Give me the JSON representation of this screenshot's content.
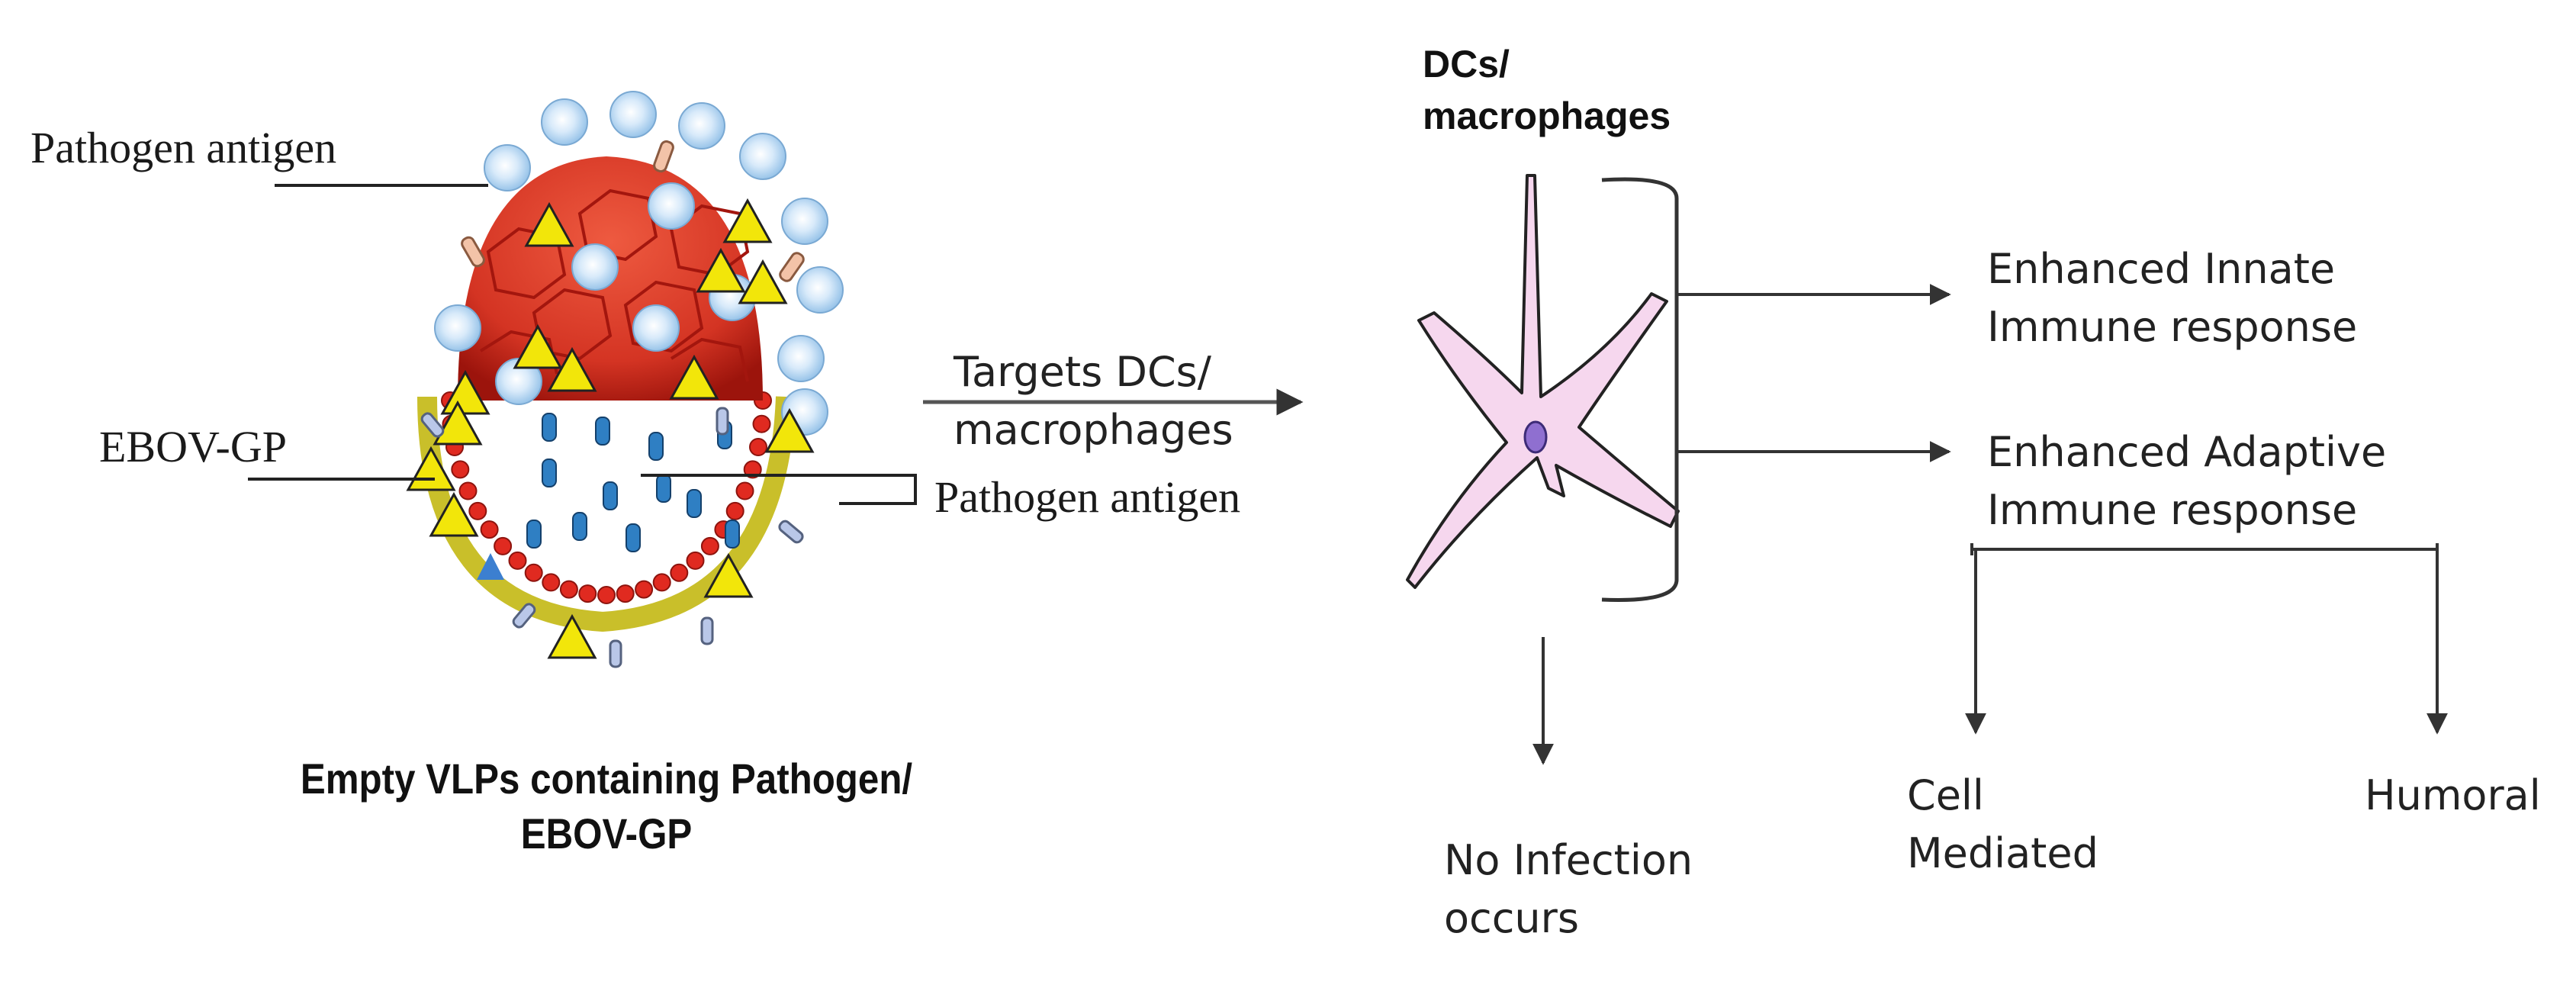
{
  "vlp": {
    "label_pathogen_antigen_top": "Pathogen antigen",
    "label_ebov_gp": "EBOV-GP",
    "label_pathogen_antigen_inner": "Pathogen antigen",
    "caption_line1": "Empty VLPs containing Pathogen/",
    "caption_line2": "EBOV-GP"
  },
  "targets": {
    "line1": "Targets DCs/",
    "line2": "macrophages"
  },
  "cell": {
    "title_line1": "DCs/",
    "title_line2": "macrophages"
  },
  "responses": {
    "innate_line1": "Enhanced Innate",
    "innate_line2": "Immune response",
    "adaptive_line1": "Enhanced  Adaptive",
    "adaptive_line2": "Immune response"
  },
  "outcomes": {
    "no_infection_line1": "No Infection",
    "no_infection_line2": "occurs",
    "cell_mediated_line1": "Cell",
    "cell_mediated_line2": "Mediated",
    "humoral": "Humoral"
  },
  "colors": {
    "shell_red": "#d83a2a",
    "shell_dark": "#a3160e",
    "blob_blue": "#a9d0ee",
    "glyco_yellow": "#f2e60a",
    "inner_blue": "#2f7fc3",
    "membrane_olive": "#c9bf2a",
    "cell_pink": "#f6d7ee",
    "nucleus_purple": "#8f6fd0",
    "line_dark": "#333333"
  }
}
